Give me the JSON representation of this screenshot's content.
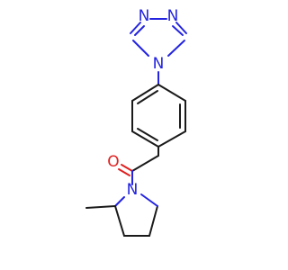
{
  "colors": {
    "bond": "#1a1a1a",
    "nitrogen": "#2424e0",
    "oxygen": "#e02020",
    "background": "#ffffff"
  },
  "atoms": {
    "n_triazole_1": {
      "label": "N",
      "element": "N"
    },
    "n_triazole_2": {
      "label": "N",
      "element": "N"
    },
    "n_triazole_4": {
      "label": "N",
      "element": "N"
    },
    "o_carbonyl": {
      "label": "O",
      "element": "O"
    },
    "n_pyrrolidine": {
      "label": "N",
      "element": "N"
    }
  }
}
